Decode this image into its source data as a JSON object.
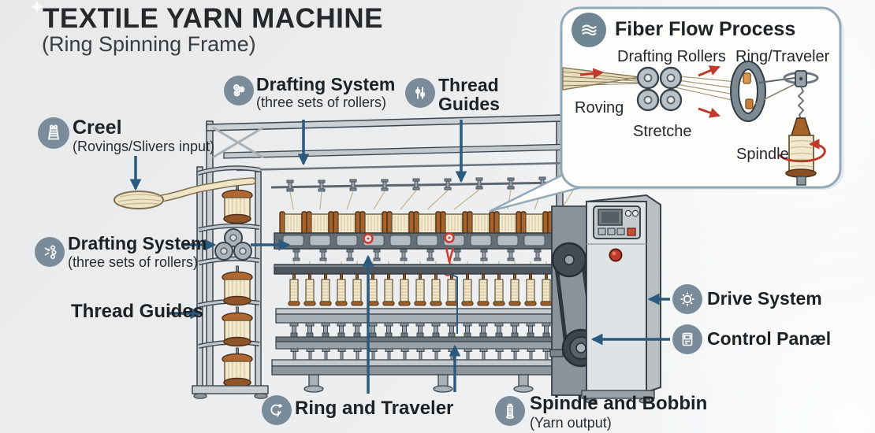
{
  "header": {
    "title": "TEXTILE YARN MACHINE",
    "subtitle": "(Ring Spinning Frame)"
  },
  "labels": {
    "creel": {
      "title": "Creel",
      "subtitle": "(Rovings/Slivers input)",
      "icon": "bobbin-stack-icon"
    },
    "drafting_top": {
      "title": "Drafting System",
      "subtitle": "(three sets of rollers)",
      "icon": "rollers-icon"
    },
    "thread_guides_top": {
      "line1": "Thread",
      "line2": "Guides",
      "icon": "thread-guides-icon"
    },
    "drafting_left": {
      "title": "Drafting System",
      "subtitle": "(three sets of rollers)",
      "icon": "rollers-scatter-icon"
    },
    "thread_guides_left": {
      "title": "Thread Guides"
    },
    "drive_system": {
      "title": "Drive System",
      "icon": "gear-icon"
    },
    "control_panel": {
      "title": "Control Panæl",
      "icon": "control-panel-icon"
    },
    "ring_traveler": {
      "title": "Ring and Traveler",
      "icon": "ring-traveler-icon"
    },
    "spindle_bobbin": {
      "title": "Spindle and Bobbin",
      "subtitle": "(Yarn output)",
      "icon": "spindle-icon"
    }
  },
  "inset": {
    "title": "Fiber Flow Process",
    "icon": "fiber-flow-icon",
    "labels": {
      "drafting_rollers": "Drafting Rollers",
      "ring_traveler": "Ring/Traveler",
      "roving": "Roving",
      "stretche": "Stretche",
      "spindle": "Spindle"
    }
  },
  "colors": {
    "background": "#e9ebed",
    "arrow_accent": "#2a5a7d",
    "icon_background": "#7a8c99",
    "highlight_red": "#c0392b",
    "bobbin_cream": "#f3e9ce",
    "flange_brown": "#a5622b",
    "metal_light": "#ccd1d5",
    "metal_dark": "#59626a",
    "inset_border": "#94a9b7"
  }
}
